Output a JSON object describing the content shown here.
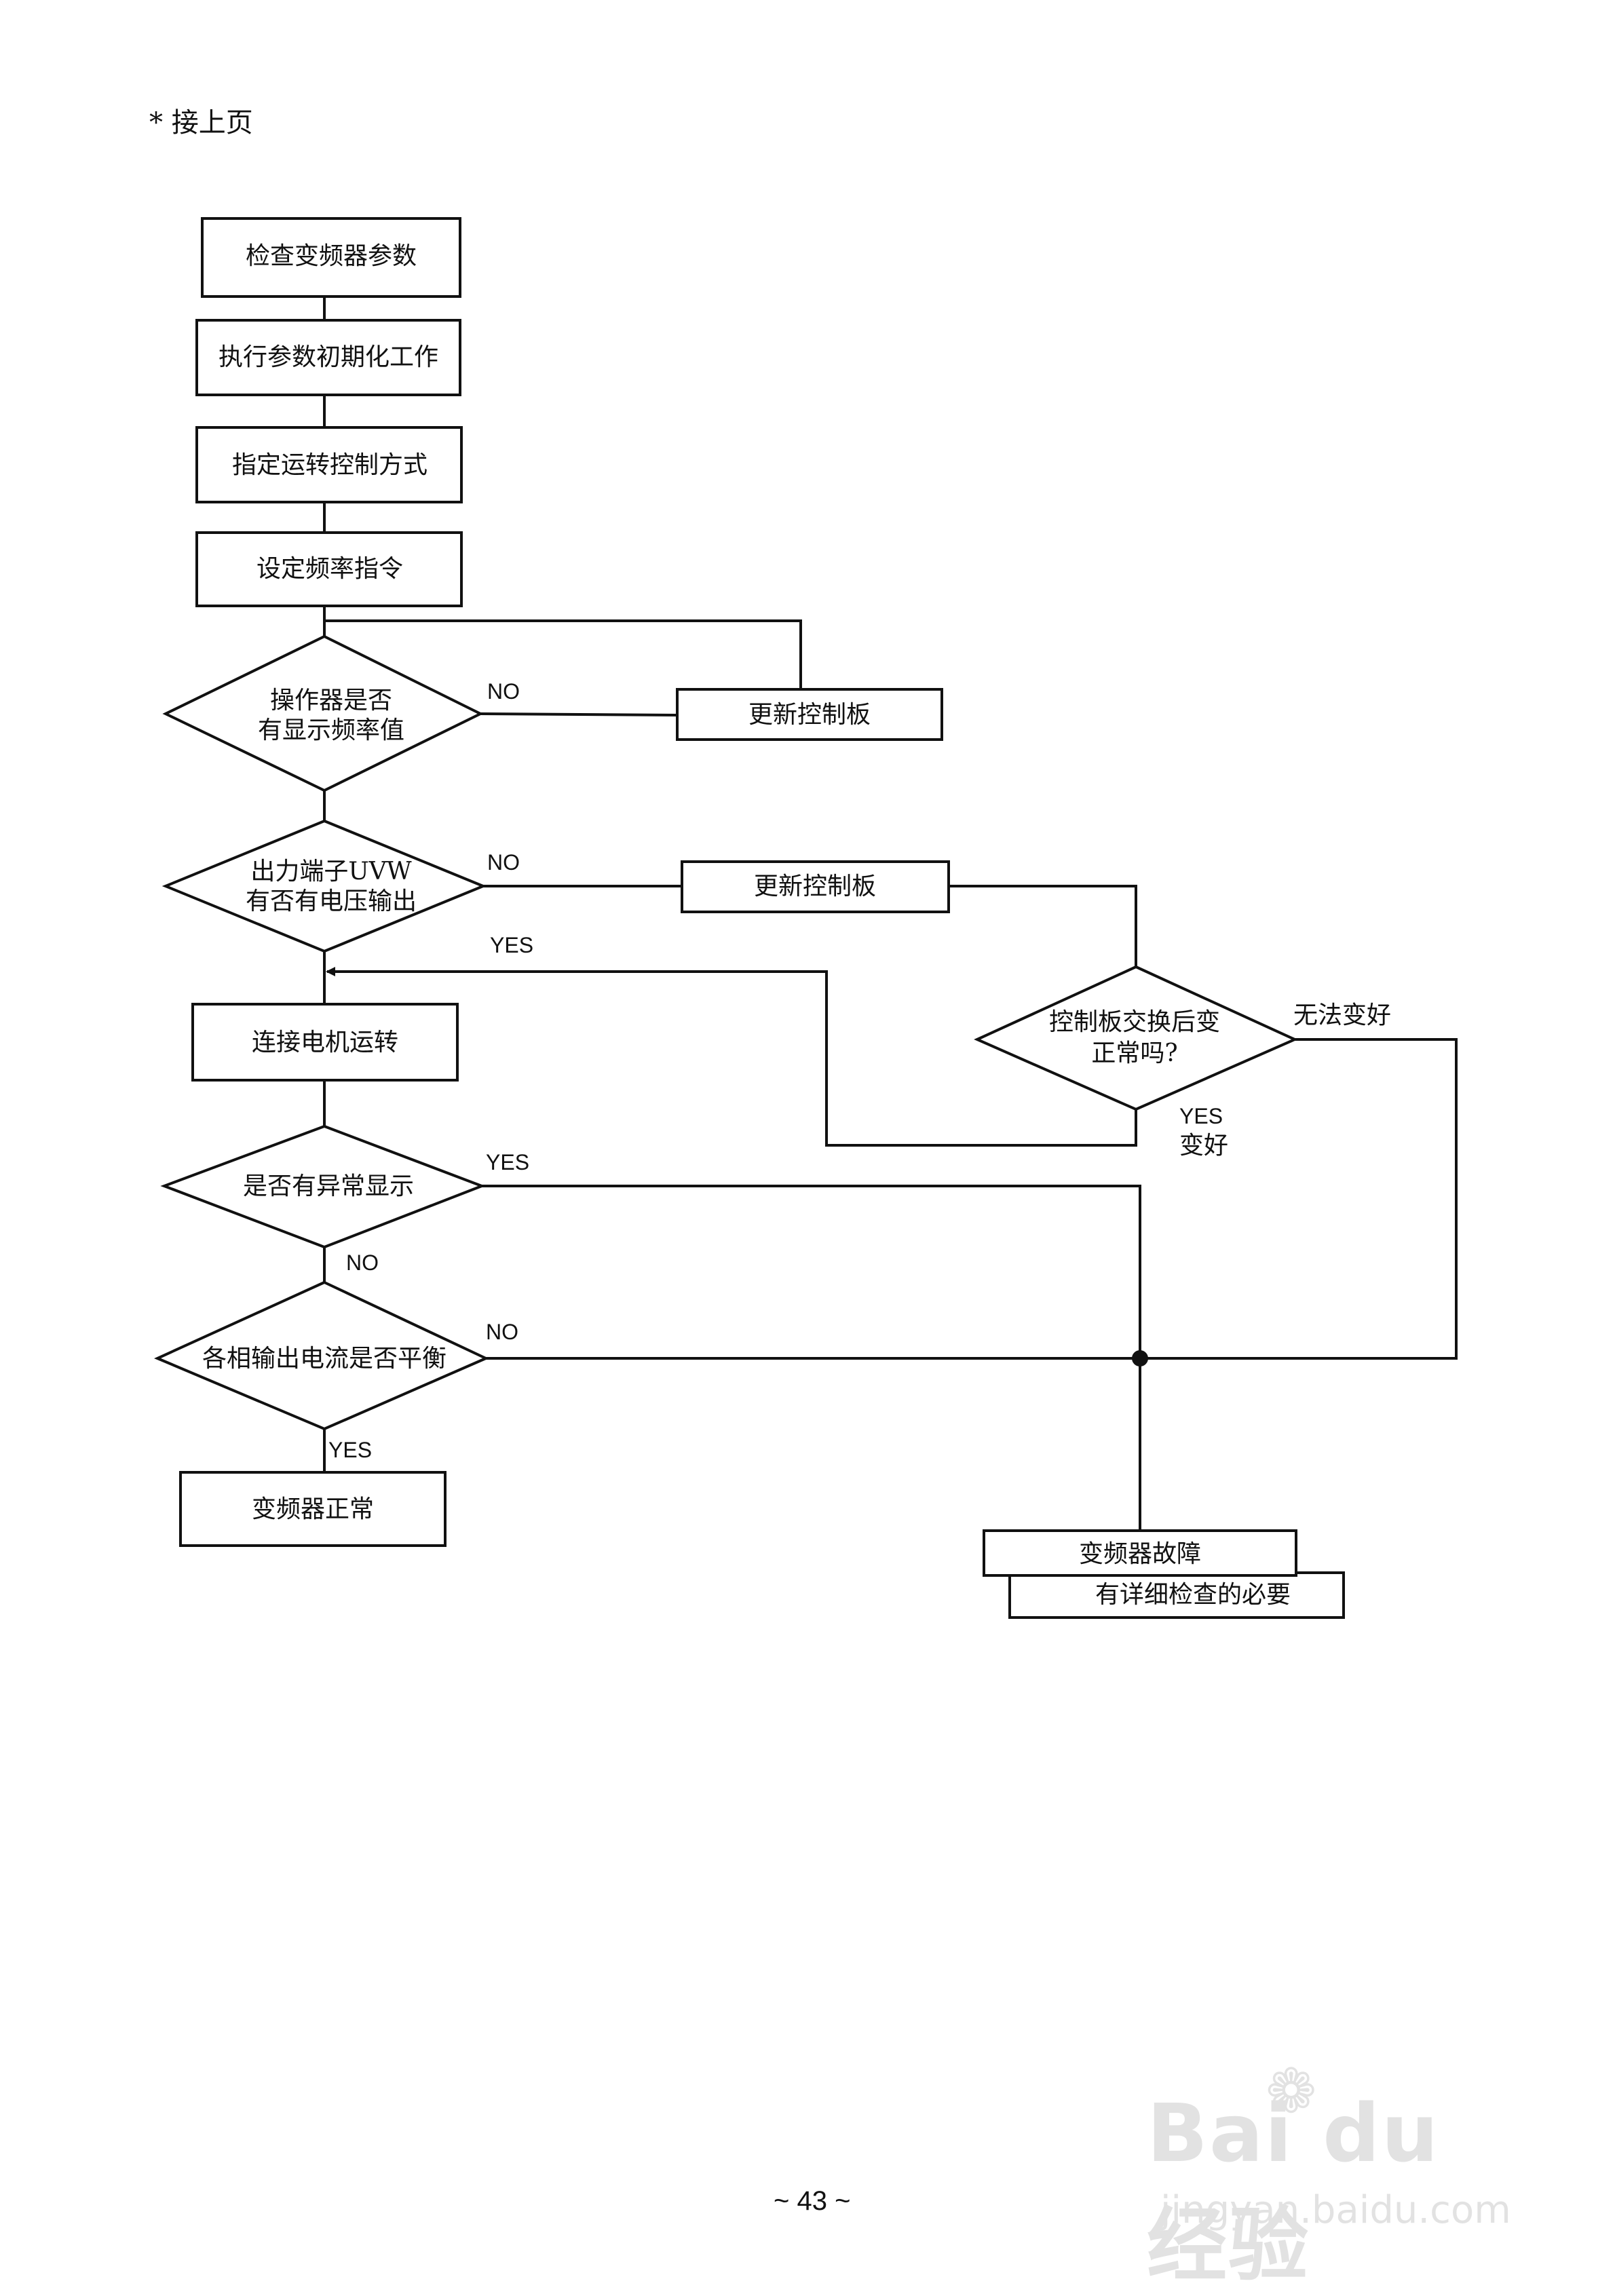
{
  "header": {
    "text": "*  接上页"
  },
  "nodes": {
    "check_params": "检查变频器参数",
    "init_params": "执行参数初期化工作",
    "run_mode": "指定运转控制方式",
    "set_freq": "设定频率指令",
    "q_display_l1": "操作器是否",
    "q_display_l2": "有显示频率值",
    "replace_board_1": "更新控制板",
    "q_uvw_l1": "出力端子UVW",
    "q_uvw_l2": "有否有电压输出",
    "replace_board_2": "更新控制板",
    "q_board_l1": "控制板交换后变",
    "q_board_l2": "正常吗?",
    "connect_motor": "连接电机运转",
    "q_abnormal": "是否有异常显示",
    "q_balance": "各相输出电流是否平衡",
    "normal": "变频器正常",
    "fault": "变频器故障",
    "detail": "有详细检查的必要"
  },
  "labels": {
    "no_1": "NO",
    "no_2": "NO",
    "yes_1": "YES",
    "no_fix": "无法变好",
    "yes_fix_1": "YES",
    "yes_fix_2": "变好",
    "yes_2": "YES",
    "no_3": "NO",
    "no_4": "NO",
    "yes_3": "YES"
  },
  "footer": {
    "page_number": "~ 43 ~"
  },
  "watermark": {
    "logo": "Bai du 经验",
    "url": "jingyan.baidu.com"
  }
}
